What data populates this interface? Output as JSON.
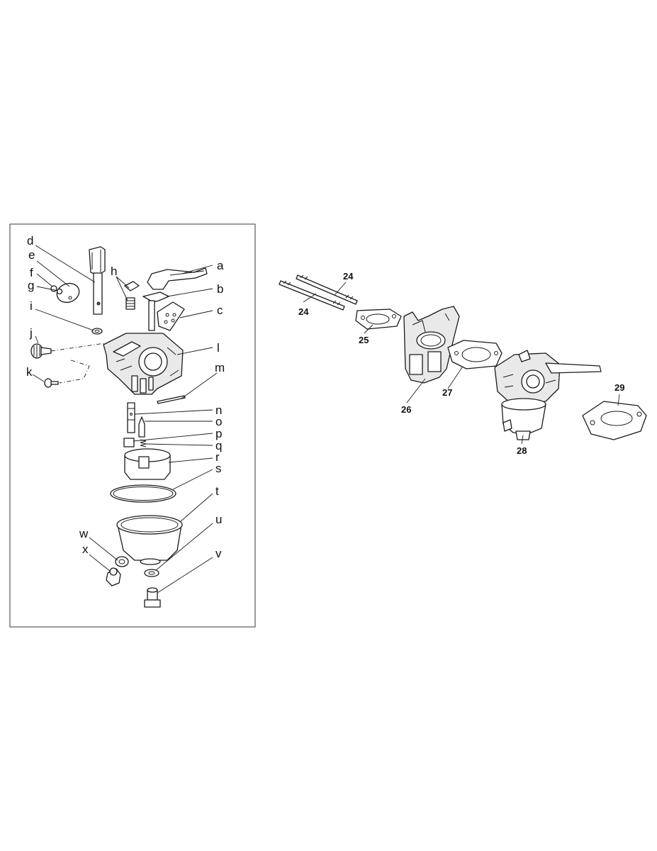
{
  "inset_labels": {
    "a": "a",
    "b": "b",
    "c": "c",
    "d": "d",
    "e": "e",
    "f": "f",
    "g": "g",
    "h": "h",
    "i": "i",
    "j": "j",
    "k": "k",
    "l": "l",
    "m": "m",
    "n": "n",
    "o": "o",
    "p": "p",
    "q": "q",
    "r": "r",
    "s": "s",
    "t": "t",
    "u": "u",
    "v": "v",
    "w": "w",
    "x": "x"
  },
  "callouts": {
    "stud_upper": "24",
    "stud_lower": "24",
    "gasket_small": "25",
    "insulator_plate": "26",
    "gasket_large": "27",
    "carburetor": "28",
    "air_gasket": "29"
  }
}
